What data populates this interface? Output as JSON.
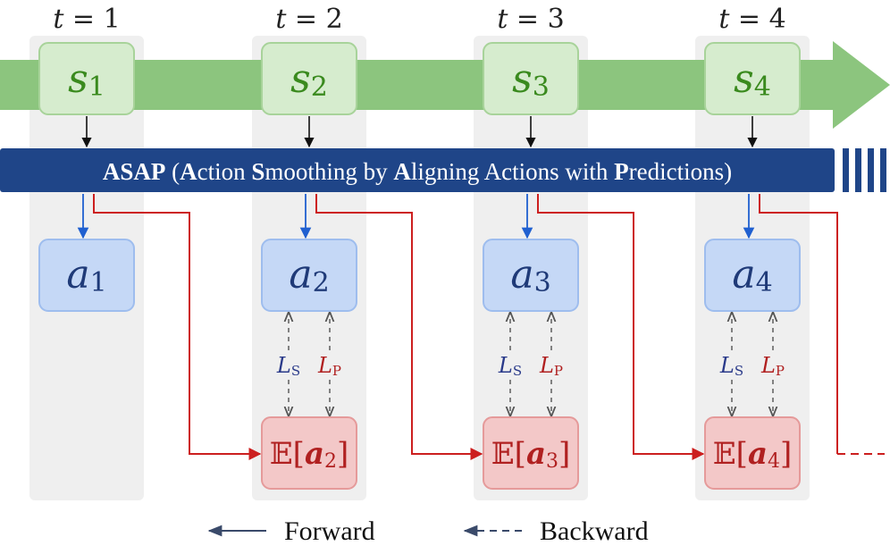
{
  "colors": {
    "green_band": "#8cc57e",
    "state_fill": "#d6ecce",
    "state_stroke": "#a8d39a",
    "state_text": "#3a8a1e",
    "action_fill": "#c5d8f6",
    "action_stroke": "#9ebdee",
    "action_text": "#1f3a78",
    "exp_fill": "#f3c8c8",
    "exp_stroke": "#e59a9a",
    "exp_text": "#b02020",
    "banner_fill": "#1f4588",
    "red_line": "#cc1f1f",
    "blue_arrow": "#2060d0",
    "column_bg": "#efefef",
    "dash_gray": "#666666",
    "ls_color": "#2a3a8a",
    "lp_color": "#b02020"
  },
  "timesteps": [
    {
      "label_var": "t",
      "label_eq": " = 1",
      "state_base": "s",
      "state_sub": "1",
      "action_base": "a",
      "action_sub": "1",
      "has_expectation": false
    },
    {
      "label_var": "t",
      "label_eq": " = 2",
      "state_base": "s",
      "state_sub": "2",
      "action_base": "a",
      "action_sub": "2",
      "has_expectation": true,
      "exp_prefix": "𝔼[",
      "exp_var": "a",
      "exp_sub": "2",
      "exp_suffix": "]"
    },
    {
      "label_var": "t",
      "label_eq": " = 3",
      "state_base": "s",
      "state_sub": "3",
      "action_base": "a",
      "action_sub": "3",
      "has_expectation": true,
      "exp_prefix": "𝔼[",
      "exp_var": "a",
      "exp_sub": "3",
      "exp_suffix": "]"
    },
    {
      "label_var": "t",
      "label_eq": " = 4",
      "state_base": "s",
      "state_sub": "4",
      "action_base": "a",
      "action_sub": "4",
      "has_expectation": true,
      "exp_prefix": "𝔼[",
      "exp_var": "a",
      "exp_sub": "4",
      "exp_suffix": "]"
    }
  ],
  "banner": {
    "segments": [
      {
        "text": "ASAP",
        "bold": true
      },
      {
        "text": " (",
        "bold": false
      },
      {
        "text": "A",
        "bold": true
      },
      {
        "text": "ction ",
        "bold": false
      },
      {
        "text": "S",
        "bold": true
      },
      {
        "text": "moothing by ",
        "bold": false
      },
      {
        "text": "A",
        "bold": true
      },
      {
        "text": "ligning Actions with ",
        "bold": false
      },
      {
        "text": "P",
        "bold": true
      },
      {
        "text": "redictions)",
        "bold": false
      }
    ]
  },
  "loss_labels": {
    "ls_base": "L",
    "ls_sub": "S",
    "lp_base": "L",
    "lp_sub": "P"
  },
  "legend": {
    "forward": "Forward",
    "backward": "Backward"
  }
}
